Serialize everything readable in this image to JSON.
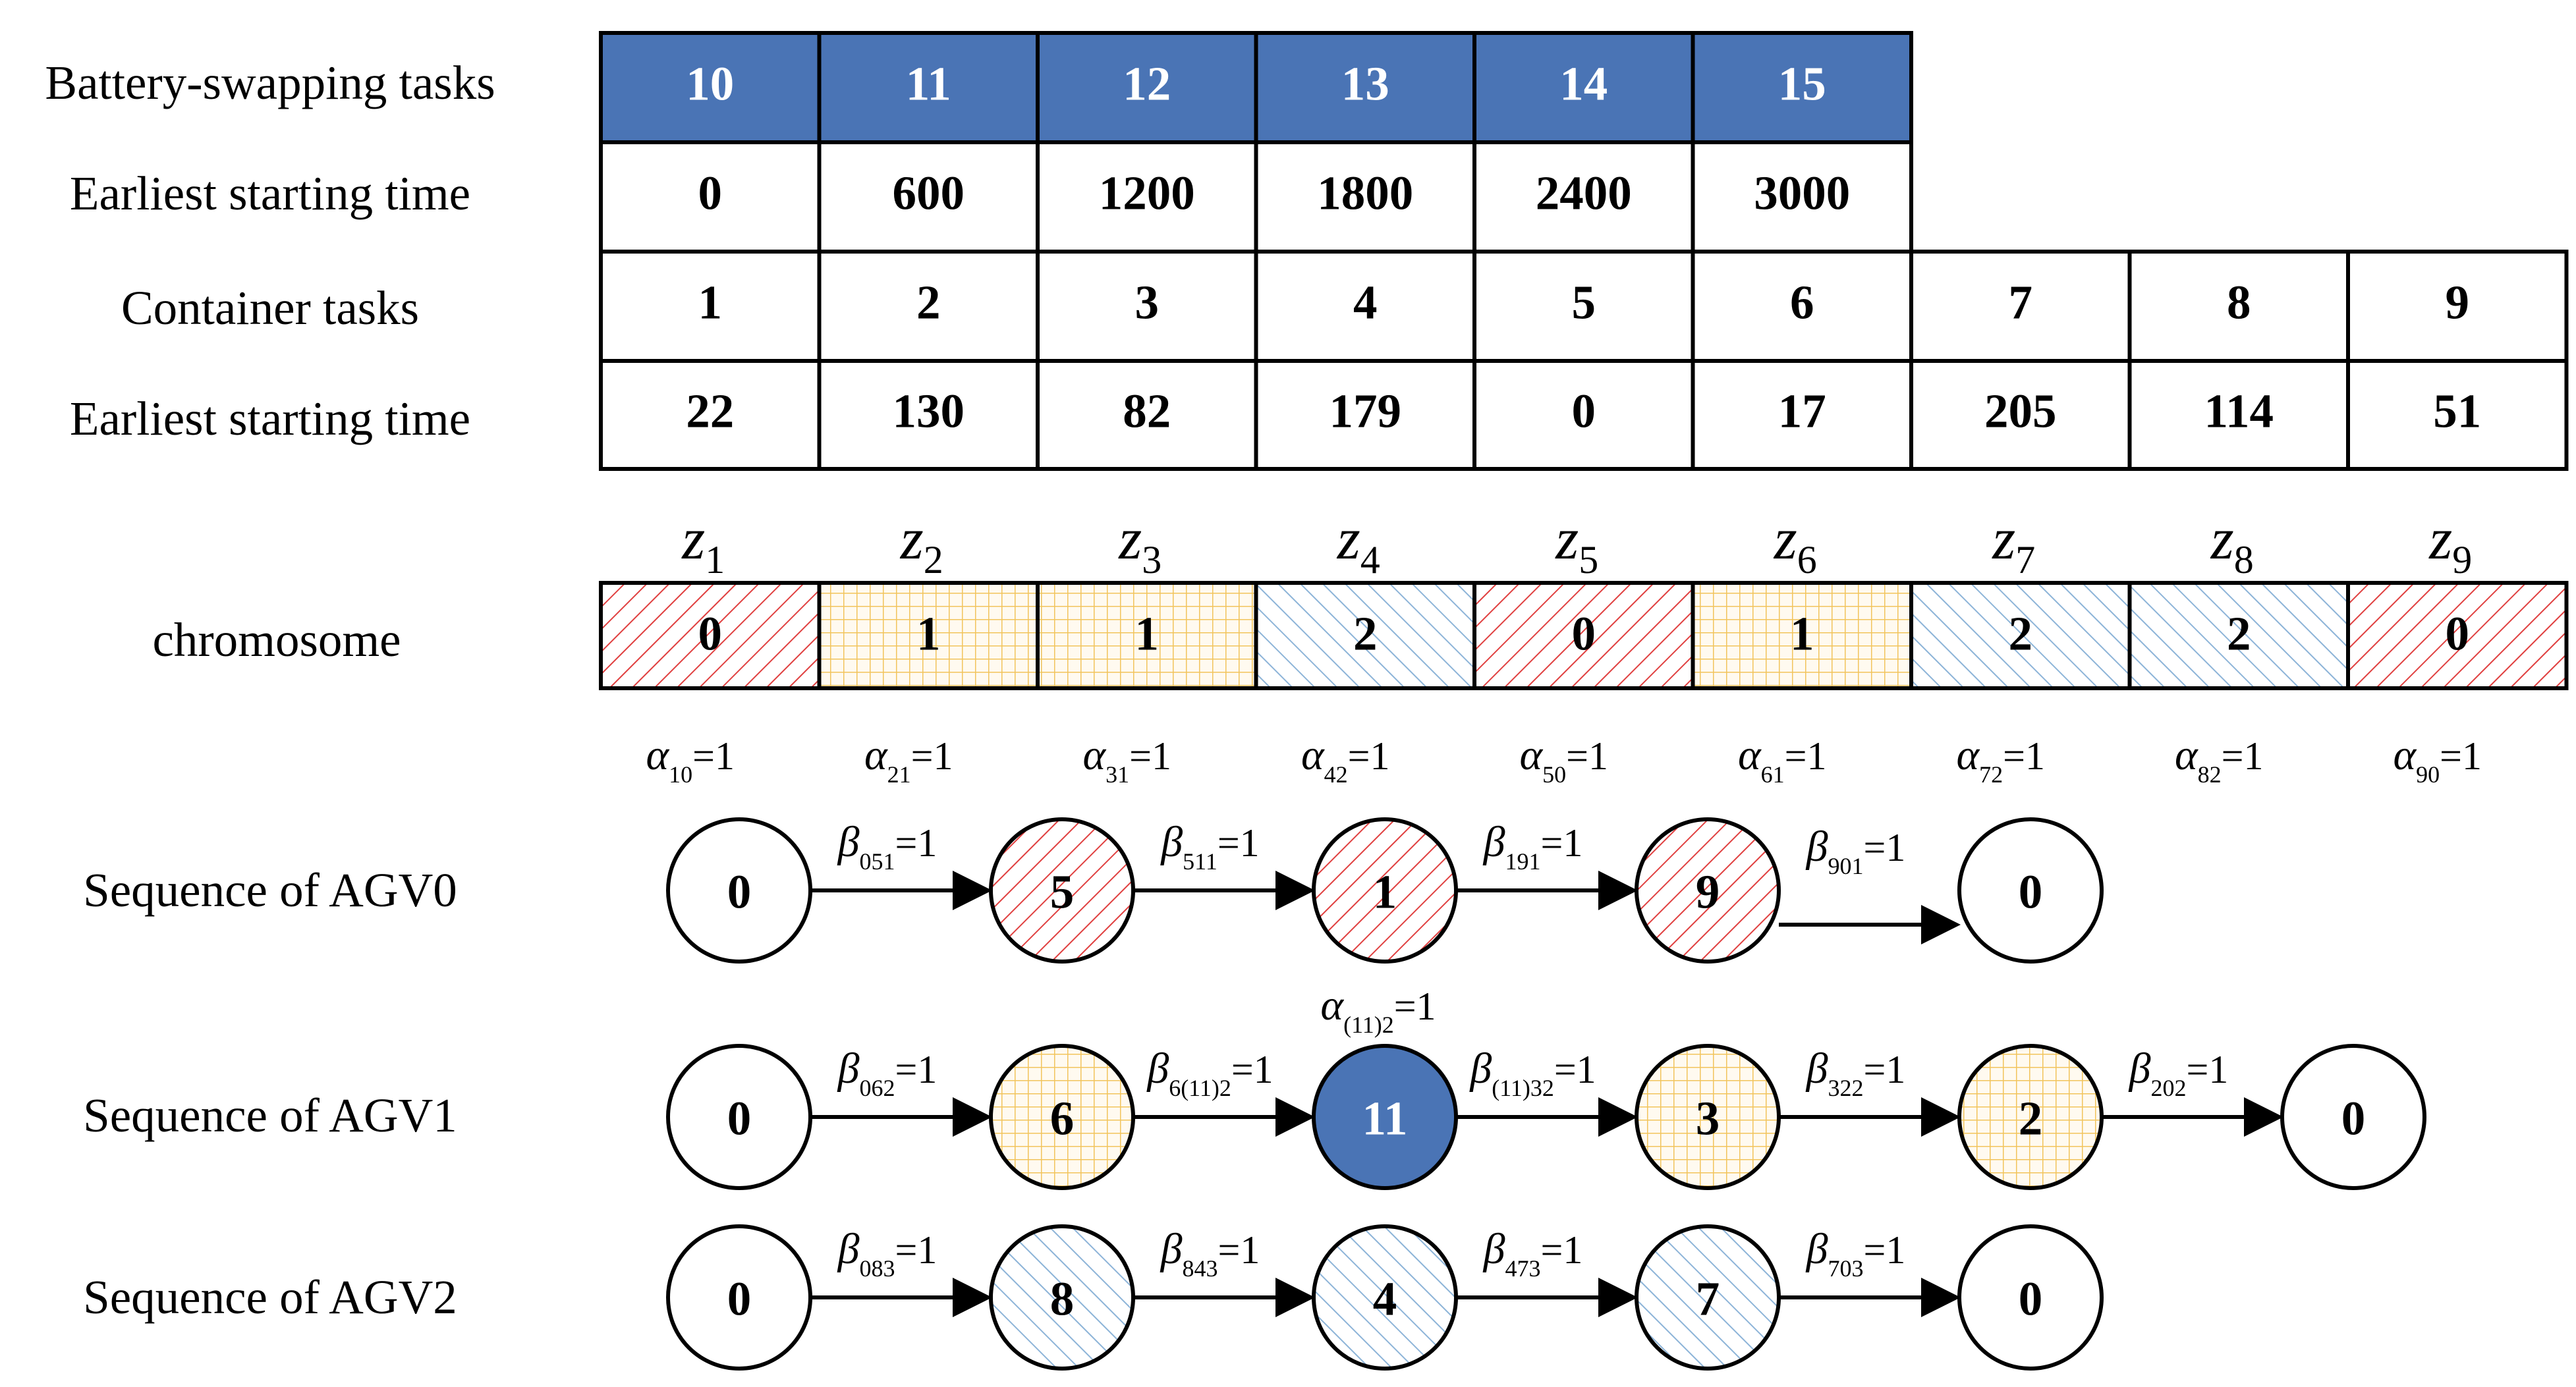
{
  "labels": {
    "battery_tasks": "Battery-swapping tasks",
    "battery_est": "Earliest starting time",
    "container_tasks": "Container tasks",
    "container_est": "Earliest starting time",
    "chromosome": "chromosome",
    "agv0": "Sequence of AGV0",
    "agv1": "Sequence of AGV1",
    "agv2": "Sequence of AGV2"
  },
  "battery_tasks": [
    "10",
    "11",
    "12",
    "13",
    "14",
    "15"
  ],
  "battery_est": [
    "0",
    "600",
    "1200",
    "1800",
    "2400",
    "3000"
  ],
  "container_tasks": [
    "1",
    "2",
    "3",
    "4",
    "5",
    "6",
    "7",
    "8",
    "9"
  ],
  "container_est": [
    "22",
    "130",
    "82",
    "179",
    "0",
    "17",
    "205",
    "114",
    "51"
  ],
  "genes": [
    {
      "z": "z",
      "sub": "1",
      "value": "0"
    },
    {
      "z": "z",
      "sub": "2",
      "value": "1"
    },
    {
      "z": "z",
      "sub": "3",
      "value": "1"
    },
    {
      "z": "z",
      "sub": "4",
      "value": "2"
    },
    {
      "z": "z",
      "sub": "5",
      "value": "0"
    },
    {
      "z": "z",
      "sub": "6",
      "value": "1"
    },
    {
      "z": "z",
      "sub": "7",
      "value": "2"
    },
    {
      "z": "z",
      "sub": "8",
      "value": "2"
    },
    {
      "z": "z",
      "sub": "9",
      "value": "0"
    }
  ],
  "alphas": [
    {
      "sym": "α",
      "sub": "10",
      "eq": "=1"
    },
    {
      "sym": "α",
      "sub": "21",
      "eq": "=1"
    },
    {
      "sym": "α",
      "sub": "31",
      "eq": "=1"
    },
    {
      "sym": "α",
      "sub": "42",
      "eq": "=1"
    },
    {
      "sym": "α",
      "sub": "50",
      "eq": "=1"
    },
    {
      "sym": "α",
      "sub": "61",
      "eq": "=1"
    },
    {
      "sym": "α",
      "sub": "72",
      "eq": "=1"
    },
    {
      "sym": "α",
      "sub": "82",
      "eq": "=1"
    },
    {
      "sym": "α",
      "sub": "90",
      "eq": "=1"
    }
  ],
  "agv0": {
    "nodes": [
      {
        "value": "0",
        "fill": "white"
      },
      {
        "value": "5",
        "fill": "red"
      },
      {
        "value": "1",
        "fill": "red"
      },
      {
        "value": "9",
        "fill": "red"
      },
      {
        "value": "0",
        "fill": "white"
      }
    ],
    "betas": [
      {
        "sym": "β",
        "sub": "051",
        "eq": "=1"
      },
      {
        "sym": "β",
        "sub": "511",
        "eq": "=1"
      },
      {
        "sym": "β",
        "sub": "191",
        "eq": "=1"
      },
      {
        "sym": "β",
        "sub": "901",
        "eq": "=1"
      }
    ]
  },
  "agv1": {
    "alpha_extra": {
      "sym": "α",
      "sub": "(11)2",
      "eq": "=1"
    },
    "nodes": [
      {
        "value": "0",
        "fill": "white"
      },
      {
        "value": "6",
        "fill": "yellow"
      },
      {
        "value": "11",
        "fill": "blue"
      },
      {
        "value": "3",
        "fill": "yellow"
      },
      {
        "value": "2",
        "fill": "yellow"
      },
      {
        "value": "0",
        "fill": "white"
      }
    ],
    "betas": [
      {
        "sym": "β",
        "sub": "062",
        "eq": "=1"
      },
      {
        "sym": "β",
        "sub": "6(11)2",
        "eq": "=1"
      },
      {
        "sym": "β",
        "sub": "(11)32",
        "eq": "=1"
      },
      {
        "sym": "β",
        "sub": "322",
        "eq": "=1"
      },
      {
        "sym": "β",
        "sub": "202",
        "eq": "=1"
      }
    ]
  },
  "agv2": {
    "nodes": [
      {
        "value": "0",
        "fill": "white"
      },
      {
        "value": "8",
        "fill": "lightblue"
      },
      {
        "value": "4",
        "fill": "lightblue"
      },
      {
        "value": "7",
        "fill": "lightblue"
      },
      {
        "value": "0",
        "fill": "white"
      }
    ],
    "betas": [
      {
        "sym": "β",
        "sub": "083",
        "eq": "=1"
      },
      {
        "sym": "β",
        "sub": "843",
        "eq": "=1"
      },
      {
        "sym": "β",
        "sub": "473",
        "eq": "=1"
      },
      {
        "sym": "β",
        "sub": "703",
        "eq": "=1"
      }
    ]
  },
  "colors": {
    "header_fill": "#4a74b5",
    "node_blue": "#4a74b5",
    "hatch_red": "#e04040",
    "hatch_yellow": "#f2c45c",
    "hatch_blue": "#8db4d8",
    "line": "#000000"
  }
}
